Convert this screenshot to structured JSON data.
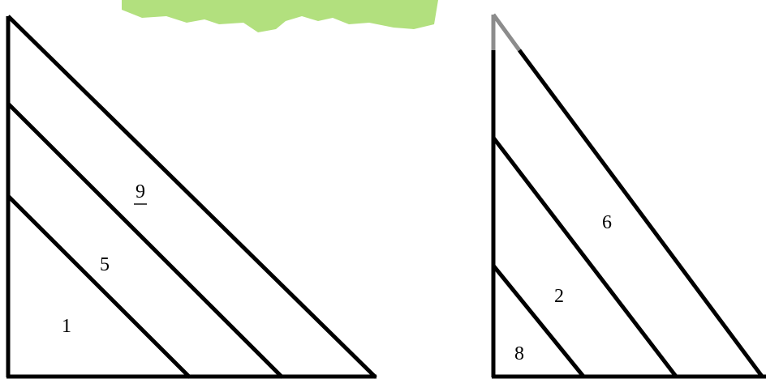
{
  "diagram": {
    "left_triangle": {
      "regions": [
        {
          "id": "top-band",
          "label": "9",
          "underlined": true
        },
        {
          "id": "middle-band",
          "label": "5",
          "underlined": false
        },
        {
          "id": "bottom-corner",
          "label": "1",
          "underlined": false
        }
      ]
    },
    "right_triangle": {
      "regions": [
        {
          "id": "top-band",
          "label": "6",
          "underlined": false
        },
        {
          "id": "middle-band",
          "label": "2",
          "underlined": false
        },
        {
          "id": "bottom-corner",
          "label": "8",
          "underlined": false
        }
      ]
    },
    "colors": {
      "line": "#000000",
      "faded_line": "#8c8c8c",
      "watermark": "#b2e07e"
    }
  }
}
